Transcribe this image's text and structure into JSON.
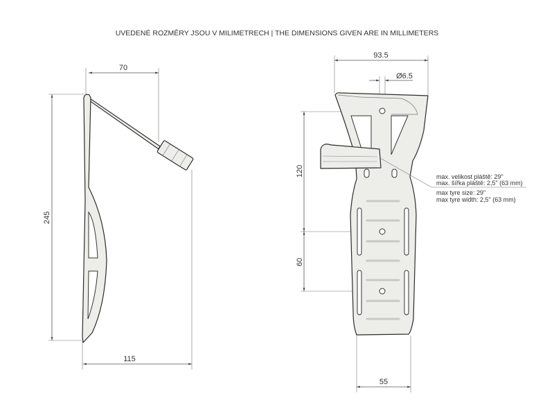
{
  "title": "UVEDENÉ ROZMĚRY JSOU V MILIMETRECH | THE DIMENSIONS GIVEN ARE IN MILLIMETERS",
  "side_view": {
    "dim_top": "70",
    "dim_height": "245",
    "dim_bottom": "115"
  },
  "front_view": {
    "dim_width": "93.5",
    "dim_hole": "Ø6.5",
    "dim_hole_spacing_upper": "120",
    "dim_hole_spacing_lower": "60",
    "dim_bottom_width": "55"
  },
  "notes": {
    "cz_line1": "max. velikost pláště: 29\"",
    "cz_line2": "max. šířka pláště: 2,5\" (63 mm)",
    "en_line1": "max tyre size: 29\"",
    "en_line2": "max tyre width: 2,5\" (63 mm)"
  }
}
